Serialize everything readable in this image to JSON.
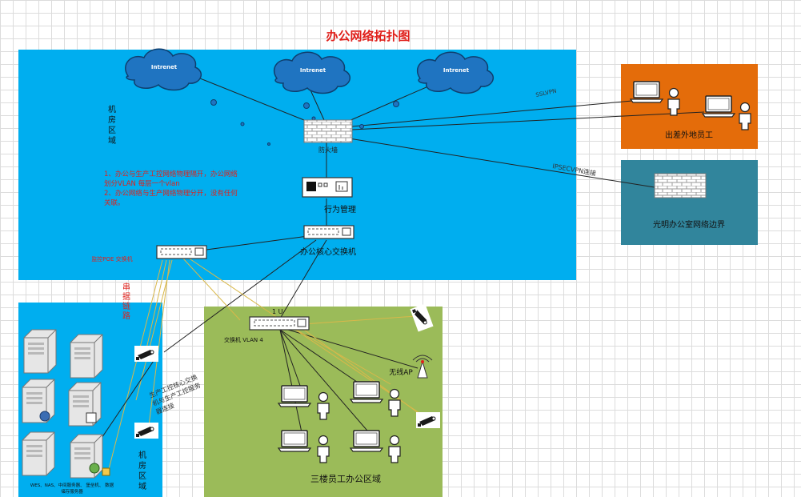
{
  "title": "办公网络拓扑图",
  "colors": {
    "main_zone": "#00AEEF",
    "server_zone": "#00AEEF",
    "office_zone": "#9BBB59",
    "remote_staff": "#E46C0A",
    "branch_office": "#31859C",
    "title": "#E0201B",
    "red_text": "#E0201B"
  },
  "internet": [
    "Intrenet",
    "Intrenet",
    "Intrenet"
  ],
  "labels": {
    "machine_room_top": [
      "机",
      "房",
      "区",
      "域"
    ],
    "machine_room_bottom": [
      "机",
      "房",
      "区",
      "域"
    ],
    "firewall": "防火墙",
    "behavior_mgmt": "行为管理",
    "core_switch": "办公核心交换机",
    "poe_switch": "监控POE 交换机",
    "vlan_switch": "交换机 VLAN 4",
    "switch_count": "1 U",
    "wireless_ap": "无线AP",
    "remote_staff": "出差外地员工",
    "branch_office": "光明办公室网络边界",
    "office_area": "三楼员工办公区域",
    "servers": [
      "WES、NAS、中间服务器、 堡垒机、 数据",
      "储存服务器"
    ],
    "sslvpn": "SSLVPN",
    "ipsecvpn": "IPSECVPN连接",
    "notes": [
      "1、办公与生产工控网络物理隔开，办公网络",
      "划分VLAN 每层一个vlan",
      "2、办公网络与生产网络物理分开，没有任何",
      "关联。"
    ],
    "link_note": [
      "生产工控核心交换",
      "机与生产工控服务",
      "器连接"
    ],
    "vertical_red": [
      "串",
      "据",
      "链",
      "路"
    ]
  }
}
